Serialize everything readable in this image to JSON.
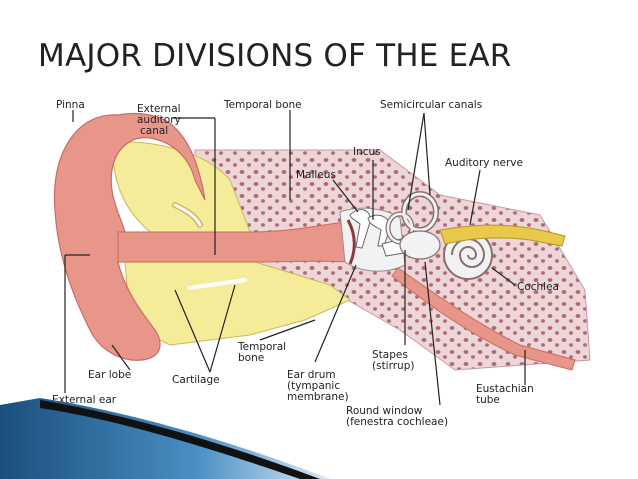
{
  "slide": {
    "title": "MAJOR DIVISIONS OF THE EAR"
  },
  "labels": {
    "pinna": "Pinna",
    "external_auditory_canal_1": "External",
    "external_auditory_canal_2": "auditory",
    "external_auditory_canal_3": "canal",
    "temporal_bone_top": "Temporal bone",
    "semicircular_canals": "Semicircular canals",
    "incus": "Incus",
    "malleus": "Malleus",
    "auditory_nerve": "Auditory nerve",
    "cochlea": "Cochlea",
    "temporal_bone_bottom_1": "Temporal",
    "temporal_bone_bottom_2": "bone",
    "stapes_1": "Stapes",
    "stapes_2": "(stirrup)",
    "ear_drum_1": "Ear drum",
    "ear_drum_2": "(tympanic",
    "ear_drum_3": "membrane)",
    "ear_lobe": "Ear lobe",
    "cartilage": "Cartilage",
    "external_ear": "External ear",
    "round_window_1": "Round window",
    "round_window_2": "(fenestra cochleae)",
    "eustachian_tube_1": "Eustachian",
    "eustachian_tube_2": "tube"
  },
  "colors": {
    "skin": "#e8968a",
    "skin_dark": "#c96b60",
    "cartilage": "#f5ec9a",
    "bone": "#ecd6d6",
    "bone_dots": "#b0687e",
    "inner_ear": "#f2f2f4",
    "nerve": "#e8c94a",
    "accent_blue": "#1f6aa5"
  }
}
